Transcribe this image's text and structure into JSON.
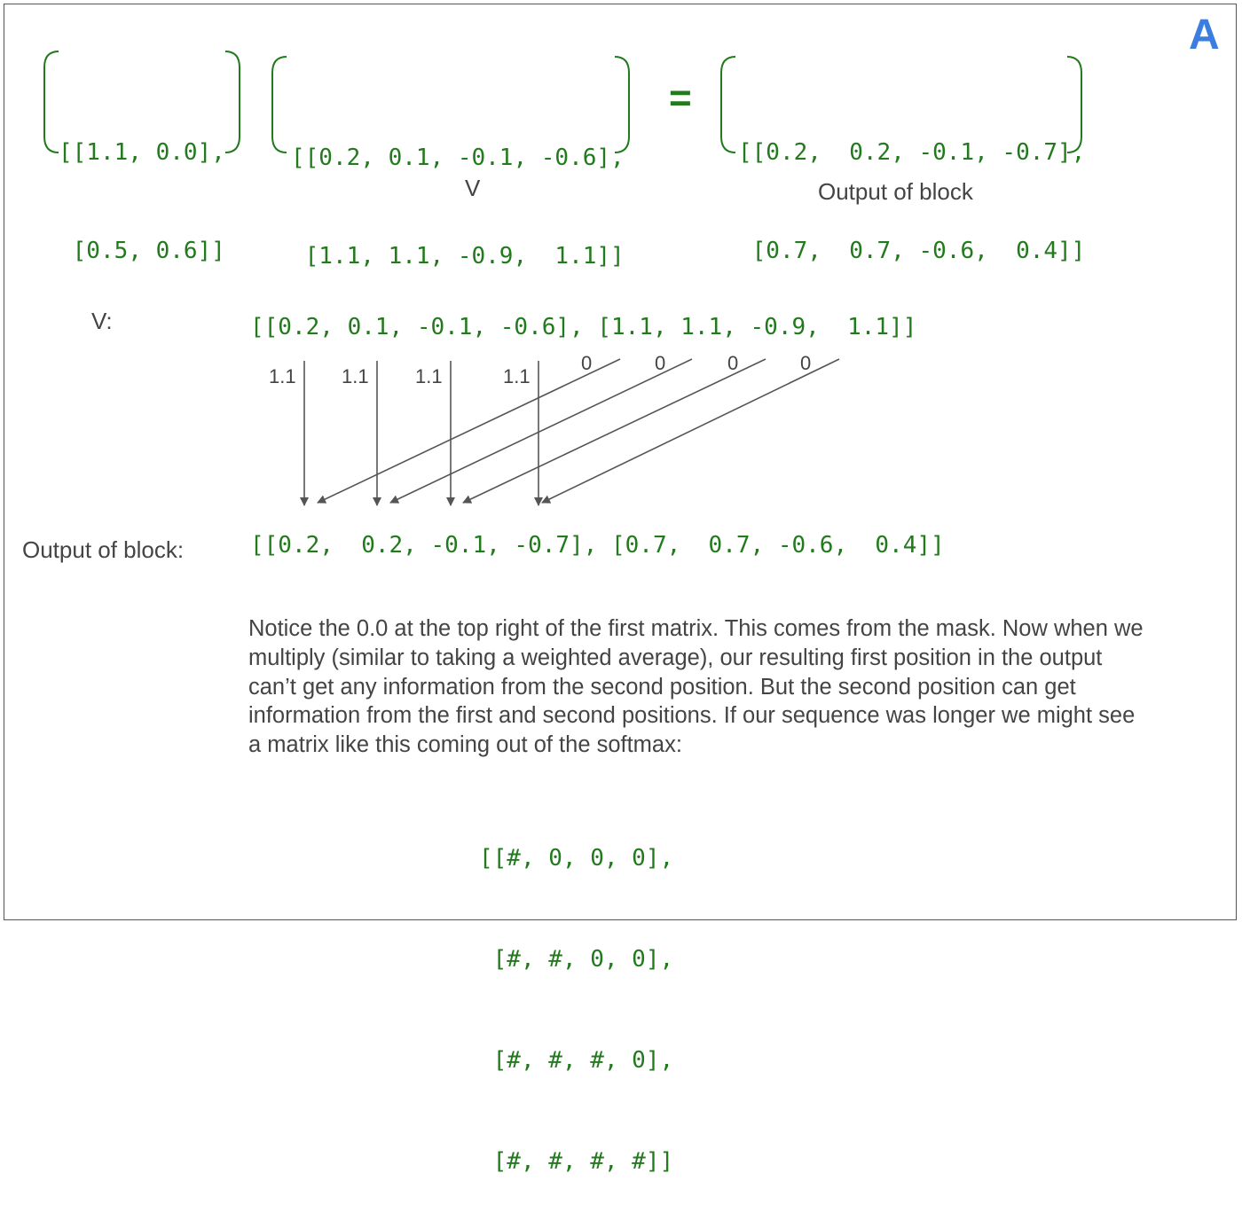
{
  "badge": "A",
  "top": {
    "matrix_left": [
      "[[1.1, 0.0],",
      " [0.5, 0.6]]"
    ],
    "matrix_v": [
      "[[0.2, 0.1, -0.1, -0.6],",
      " [1.1, 1.1, -0.9,  1.1]]"
    ],
    "equals": "=",
    "matrix_out": [
      "[[0.2,  0.2, -0.1, -0.7],",
      " [0.7,  0.7, -0.6,  0.4]]"
    ],
    "label_v": "V",
    "label_out": "Output of block"
  },
  "detail": {
    "v_label": "V:",
    "v_row": "[[0.2, 0.1, -0.1, -0.6], [1.1, 1.1, -0.9,  1.1]]",
    "weights_first": [
      "1.1",
      "1.1",
      "1.1",
      "1.1"
    ],
    "weights_second": [
      "0",
      "0",
      "0",
      "0"
    ],
    "out_label": "Output of block:",
    "out_row": "[[0.2,  0.2, -0.1, -0.7], [0.7,  0.7, -0.6,  0.4]]"
  },
  "note_lines": [
    "Notice the 0.0 at the top right of the first matrix. This comes from the mask. Now when we",
    "multiply (similar to taking a weighted average), our resulting first position in the output",
    "can’t get any information from the second position. But the second position can get",
    "information from the first and second positions. If our sequence was longer we might see",
    "a matrix like this coming out of the softmax:"
  ],
  "softmax_matrix": [
    "[[#, 0, 0, 0],",
    " [#, #, 0, 0],",
    " [#, #, #, 0],",
    " [#, #, #, #]]"
  ],
  "colors": {
    "green": "#217a1b",
    "gray": "#444444",
    "accent": "#3c7ee0"
  }
}
